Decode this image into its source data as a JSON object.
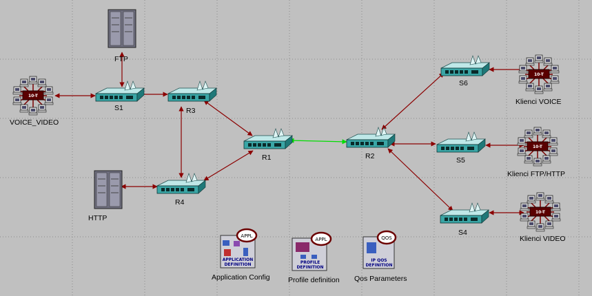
{
  "colors": {
    "background": "#c0c0c0",
    "grid": "#8a8a8a",
    "link": "#8b0000",
    "active_link": "#00dd00",
    "device_body": "#3aa6a6",
    "hub_center": "#7a0000"
  },
  "nodes": {
    "ftp": {
      "label": "FTP",
      "icon": "server-icon"
    },
    "http": {
      "label": "HTTP",
      "icon": "server-icon"
    },
    "s1": {
      "label": "S1",
      "icon": "switch-icon"
    },
    "r3": {
      "label": "R3",
      "icon": "router-icon"
    },
    "r4": {
      "label": "R4",
      "icon": "router-icon"
    },
    "r1": {
      "label": "R1",
      "icon": "router-icon"
    },
    "r2": {
      "label": "R2",
      "icon": "router-icon"
    },
    "s6": {
      "label": "S6",
      "icon": "switch-icon"
    },
    "s5": {
      "label": "S5",
      "icon": "switch-icon"
    },
    "s4": {
      "label": "S4",
      "icon": "switch-icon"
    },
    "voice_video": {
      "label": "VOICE_VIDEO",
      "hub": "10-T",
      "icon": "workstation-cluster-icon"
    },
    "klienci_voice": {
      "label": "Klienci VOICE",
      "hub": "10-T",
      "icon": "workstation-cluster-icon"
    },
    "klienci_ftp": {
      "label": "Klienci FTP/HTTP",
      "hub": "10-T",
      "icon": "workstation-cluster-icon"
    },
    "klienci_video": {
      "label": "Klienci VIDEO",
      "hub": "10-T",
      "icon": "workstation-cluster-icon"
    }
  },
  "config": {
    "app": {
      "label": "Application Config",
      "badge": "APPL",
      "line1": "APPLICATION",
      "line2": "DEFINITION"
    },
    "profile": {
      "label": "Profile definition",
      "badge": "APPL",
      "line1": "PROFILE",
      "line2": "DEFINITION"
    },
    "qos": {
      "label": "Qos Parameters",
      "badge": "QOS",
      "line1": "IP QOS",
      "line2": "DEFINITION"
    }
  }
}
